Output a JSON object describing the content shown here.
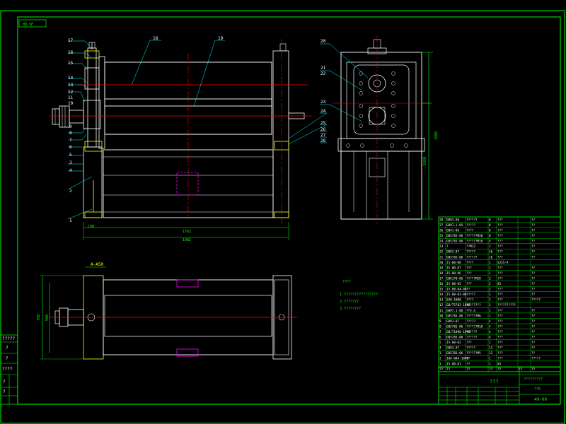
{
  "drawing": {
    "top_left_tag": "00-SF",
    "drawing_no": "49-00",
    "title_cn": "???",
    "scale_mark": "??5",
    "company_mark": "?????????",
    "tech_req": {
      "title": "????",
      "items": [
        "1.????????????????",
        "2.???????",
        "3.????????"
      ]
    },
    "dimensions": {
      "main_width": "1762",
      "overall_width": "1982",
      "base_offset": "100",
      "side_height_a": "1980",
      "side_height_b": "1660",
      "plan_height_a": "750",
      "plan_height_b": "500",
      "plan_label": "A-A50"
    },
    "callouts_front": [
      "1",
      "2",
      "3",
      "4",
      "5",
      "6",
      "7",
      "8",
      "9",
      "10",
      "11",
      "12",
      "13",
      "14",
      "15",
      "16",
      "17",
      "18",
      "19"
    ],
    "callouts_side": [
      "20",
      "21",
      "22",
      "23",
      "24",
      "25",
      "26",
      "27",
      "28"
    ],
    "left_margin_marks": [
      "?????",
      "?",
      "?",
      "????",
      "?",
      "?"
    ],
    "bom_rows": [
      [
        "28",
        "GB93-86",
        "??????",
        "8",
        "???",
        "",
        "??"
      ],
      [
        "27",
        "GB97.1-85",
        "?????",
        "8",
        "???",
        "",
        "??"
      ],
      [
        "26",
        "GB41-86",
        "????",
        "8",
        "???",
        "",
        "??"
      ],
      [
        "25",
        "GB5783-86",
        "??????M20",
        "8",
        "???",
        "",
        "??"
      ],
      [
        "24",
        "GB5783-86",
        "??????M16",
        "4",
        "???",
        "",
        "??"
      ],
      [
        "23",
        "?",
        "??M12",
        "1",
        "???",
        "",
        "??"
      ],
      [
        "22",
        "GB93-87",
        "?????",
        "16",
        "???",
        "",
        "??"
      ],
      [
        "21",
        "GB5783-86",
        "??????",
        "16",
        "???",
        "",
        "??"
      ],
      [
        "20",
        "J5-00-08",
        "????",
        "1",
        "S235-A",
        "",
        ""
      ],
      [
        "19",
        "J5-00-07",
        "???",
        "1",
        "???",
        "",
        "??"
      ],
      [
        "18",
        "J5-00-06",
        "???",
        "1",
        "???",
        "",
        "??"
      ],
      [
        "17",
        "GB6170-86",
        "?????M20",
        "2",
        "???",
        "",
        "??"
      ],
      [
        "16",
        "J5-00-05",
        "???",
        "2",
        "45",
        "",
        "??"
      ],
      [
        "15",
        "J5-00-04-00",
        "??",
        "2",
        "???",
        "",
        "??"
      ],
      [
        "14",
        "J5-00-03-00",
        "?????",
        "1",
        "???",
        "",
        "??"
      ],
      [
        "13",
        "SAH-1000",
        "????",
        "1",
        "???",
        "",
        "?????"
      ],
      [
        "12",
        "GB/T5782-1986",
        "????????",
        "1",
        "??????????",
        "",
        ""
      ],
      [
        "11",
        "GB97.1-86",
        "??5.4",
        "1",
        "???",
        "",
        "??"
      ],
      [
        "10",
        "GB5783-86",
        "??????M6",
        "1",
        "???",
        "",
        "??"
      ],
      [
        "9",
        "GB93-87",
        "?????",
        "4",
        "???",
        "",
        "??"
      ],
      [
        "8",
        "GB5783-86",
        "??????M10",
        "4",
        "???",
        "",
        "??"
      ],
      [
        "7",
        "GB/T1096-1990",
        "??????",
        "4",
        "???",
        "",
        "??"
      ],
      [
        "6",
        "GB5783-86",
        "??????",
        "4",
        "???",
        "",
        "??"
      ],
      [
        "5",
        "J5-00-02",
        "???",
        "1",
        "???",
        "",
        "??"
      ],
      [
        "4",
        "GB93-87",
        "?????",
        "12",
        "???",
        "",
        "??"
      ],
      [
        "3",
        "GB5783-86",
        "??????M5",
        "12",
        "???",
        "",
        "??"
      ],
      [
        "2",
        "18A-04A-1000",
        "??",
        "1",
        "???",
        "",
        "?????"
      ],
      [
        "1",
        "J5-00-01",
        "??",
        "1",
        "45",
        "",
        ""
      ]
    ],
    "bom_header": [
      "??",
      "??",
      "??",
      "??",
      "??",
      "??",
      "??"
    ],
    "colors": {
      "background": "#000000",
      "frame": "#00ff00",
      "outline": "#ffffff",
      "center_line": "#ff0000",
      "part_yellow": "#ffff00",
      "hidden_magenta": "#ff00ff",
      "leader_cyan": "#00ffff",
      "dimension_green": "#00ff00"
    }
  }
}
